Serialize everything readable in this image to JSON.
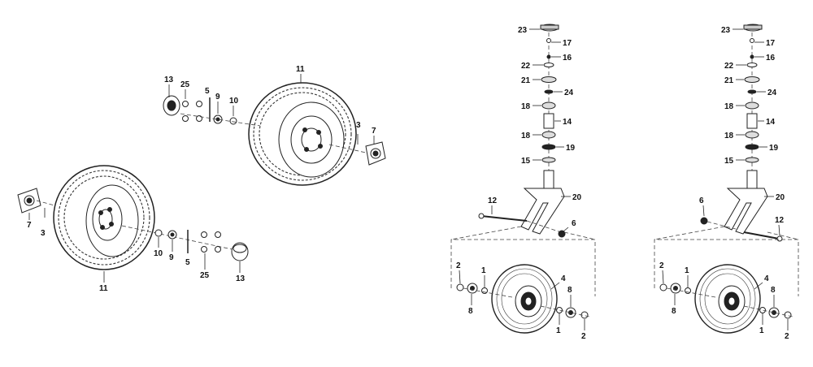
{
  "diagram": {
    "rear_wheel_upper": {
      "callouts": [
        "13",
        "25",
        "5",
        "9",
        "10",
        "11",
        "3",
        "7"
      ]
    },
    "rear_wheel_lower": {
      "callouts": [
        "7",
        "3",
        "11",
        "10",
        "9",
        "5",
        "25",
        "13"
      ]
    },
    "caster_left": {
      "stack_callouts": [
        "23",
        "17",
        "16",
        "22",
        "21",
        "24",
        "18",
        "14",
        "18",
        "19",
        "15",
        "20",
        "12",
        "6"
      ],
      "wheel_callouts": [
        "2",
        "1",
        "4",
        "8",
        "8",
        "1",
        "2"
      ]
    },
    "caster_right": {
      "stack_callouts": [
        "23",
        "17",
        "16",
        "22",
        "21",
        "24",
        "18",
        "14",
        "18",
        "19",
        "15",
        "20",
        "6",
        "12"
      ],
      "wheel_callouts": [
        "2",
        "1",
        "4",
        "8",
        "8",
        "1",
        "2"
      ]
    }
  }
}
